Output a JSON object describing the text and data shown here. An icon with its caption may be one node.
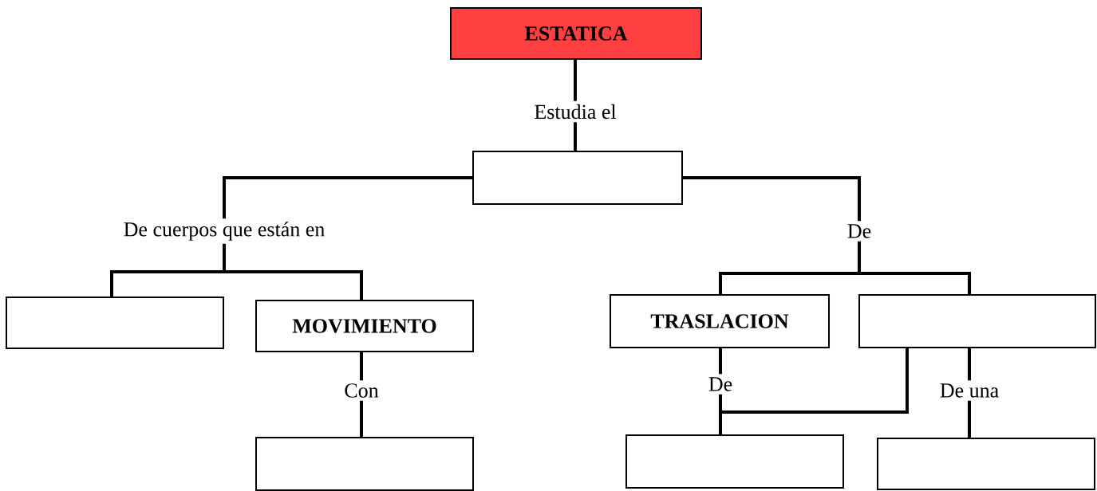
{
  "diagram": {
    "nodes": [
      {
        "text": [
          "ESTATICA"
        ]
      },
      {
        "text": [],
        "shape": "box"
      },
      {
        "text": [],
        "shape": "box"
      },
      {
        "text": [
          "MOVIMIENTO"
        ]
      },
      {
        "text": [
          "TRASLACION"
        ]
      },
      {
        "text": [],
        "shape": "box"
      },
      {
        "text": [],
        "shape": "box"
      },
      {
        "text": [],
        "shape": "box"
      },
      {
        "text": [],
        "shape": "box"
      }
    ],
    "edges": [
      {
        "from": 0,
        "to": 1,
        "arrow": "none",
        "label": "Estudia el"
      },
      {
        "from": 1,
        "to": 2,
        "arrow": "none",
        "label": "De cuerpos que están en"
      },
      {
        "from": 1,
        "to": 3,
        "arrow": "none"
      },
      {
        "from": 1,
        "to": 4,
        "arrow": "none",
        "label": "De"
      },
      {
        "from": 1,
        "to": 5,
        "arrow": "none"
      },
      {
        "from": 3,
        "to": 6,
        "arrow": "none",
        "label": "Con"
      },
      {
        "from": 4,
        "to": 7,
        "arrow": "none",
        "label": "De"
      },
      {
        "from": 5,
        "to": 7,
        "arrow": "none"
      },
      {
        "from": 5,
        "to": 8,
        "arrow": "none",
        "label": "De una"
      }
    ]
  }
}
